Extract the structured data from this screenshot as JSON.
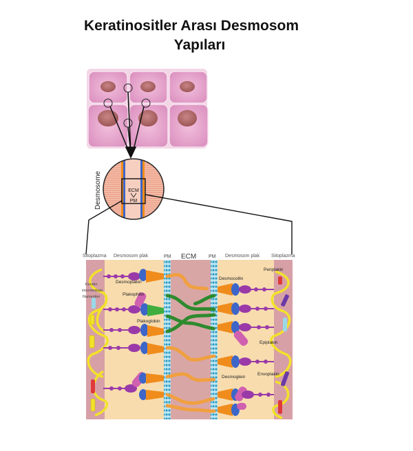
{
  "title": {
    "line1": "Keratinositler Arası Desmosom",
    "line2": "Yapıları"
  },
  "zoom_circle": {
    "side_label": "Desmosome",
    "ecm_label": "ECM",
    "pm_label": "PM"
  },
  "detail": {
    "header": {
      "left_cytoplasm": "Sitoplazma",
      "left_plaque": "Desmosom plak",
      "pm_left": "PM",
      "ecm": "ECM",
      "pm_right": "PM",
      "right_plaque": "Desmosom plak",
      "right_cytoplasm": "Sitoplazma"
    },
    "labels": {
      "keratin1": "Keratin",
      "keratin2": "intermediate",
      "keratin3": "filamentler",
      "desmoplakin": "Desmoplakin",
      "plakophilin": "Plakophilin",
      "plakoglobin": "Plakoglobin",
      "desmocollin": "Desmocollin",
      "desmoglein": "Desmoglein",
      "periplakin": "Periplakin",
      "epiplakin": "Epiplakin",
      "envoplakin": "Envoplakin"
    }
  },
  "colors": {
    "cell_fill": "#e8a0c8",
    "nucleus": "#b06a6a",
    "cytoplasm_band": "#d7a0a6",
    "plaque_bg": "#f8dcae",
    "ecm_bg": "#d9a6a6",
    "membrane": "#34a6c8",
    "keratin": "#f2e22a",
    "desmoplakin_purple": "#9a3aa8",
    "plakoglobin_orange": "#f08c1c",
    "plakophilin_pink": "#d060b0",
    "cadherin_green": "#2e8a2e",
    "cadherin_orange": "#f0a040",
    "blue_domain": "#3d66c8"
  }
}
